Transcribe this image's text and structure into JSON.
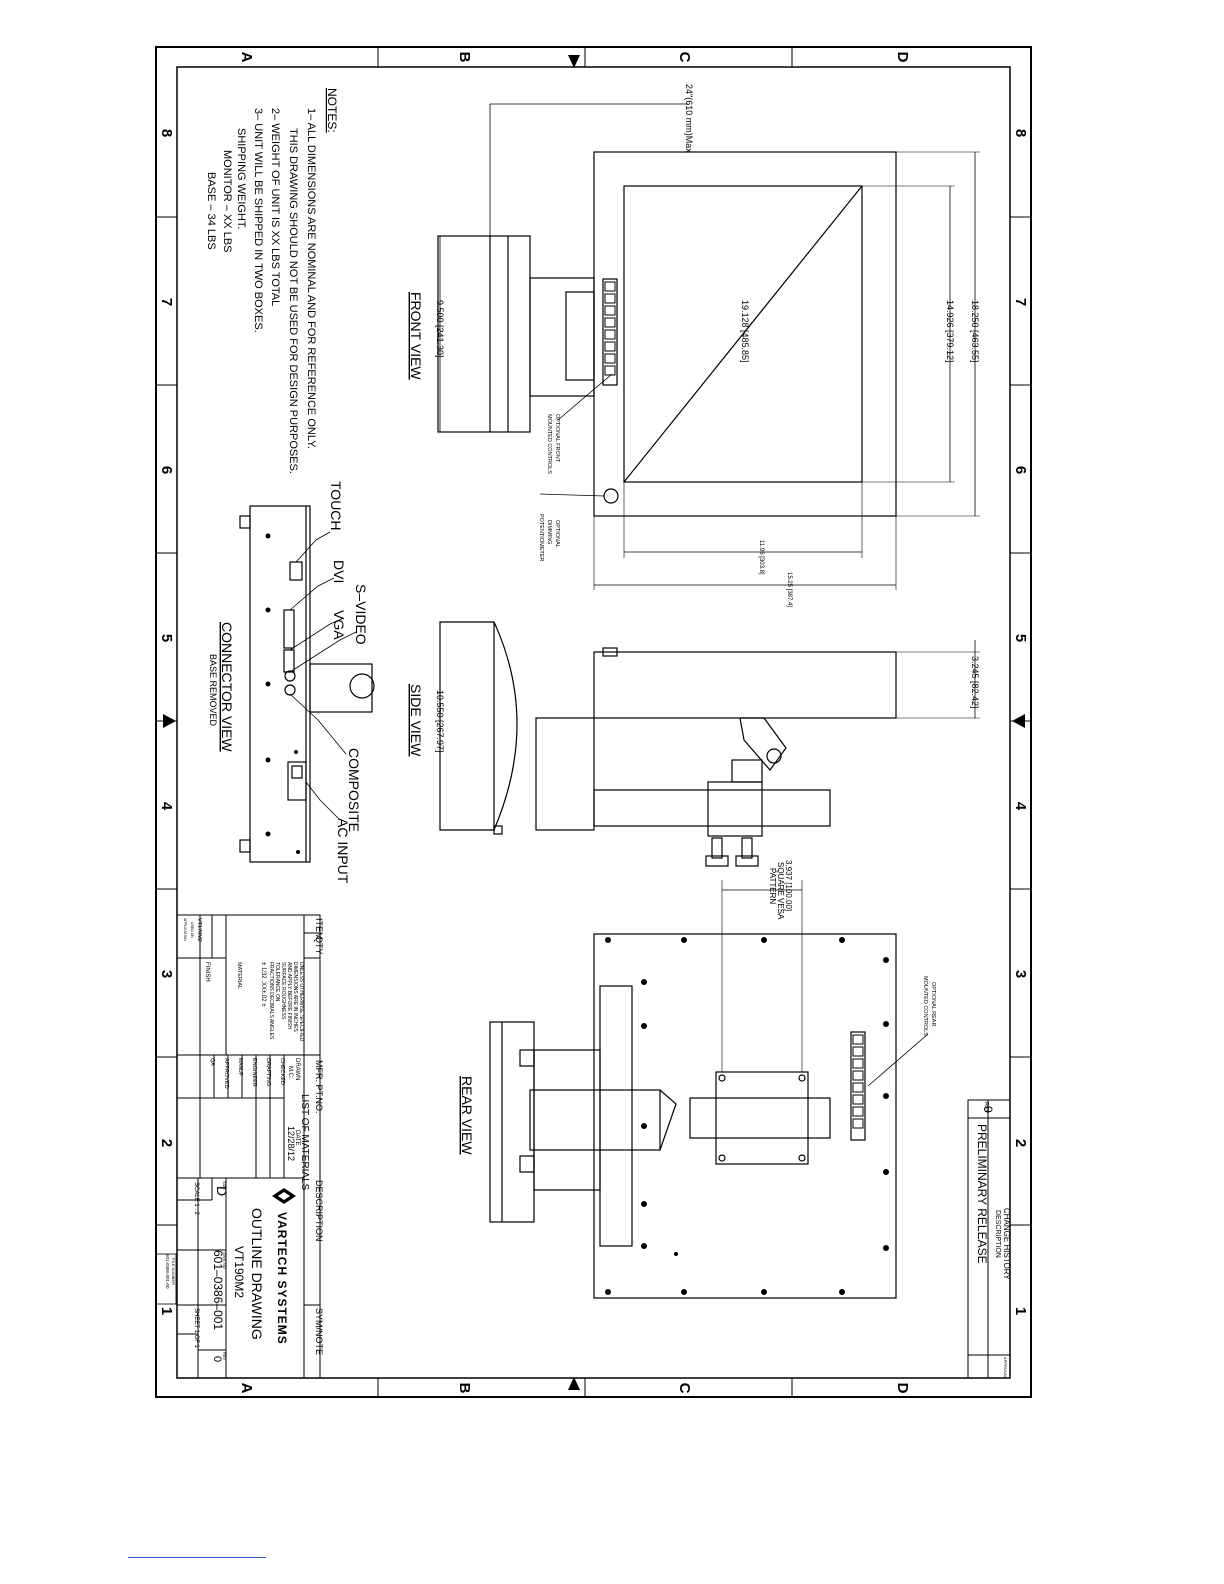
{
  "zones": {
    "letters": [
      "A",
      "B",
      "C",
      "D"
    ],
    "numbers": [
      "8",
      "7",
      "6",
      "5",
      "4",
      "3",
      "2",
      "1"
    ]
  },
  "notes": {
    "title": "NOTES:",
    "lines": [
      "1– ALL DIMENSIONS ARE NOMINAL AND FOR REFERENCE ONLY.",
      "THIS DRAWING SHOULD NOT BE USED FOR DESIGN PURPOSES.",
      "2– WEIGHT OF UNIT IS XX LBS TOTAL",
      "3– UNIT WILL BE SHIPPED IN TWO BOXES.",
      "SHIPPING WEIGHT.",
      "MONITOR – XX LBS",
      "BASE – 34 LBS"
    ]
  },
  "front_view": {
    "title": "FRONT VIEW",
    "dim_max": "24\"(610 mm)Max",
    "dim_height": "18.250 [463.55]",
    "dim_active_height": "14.926 [379.12]",
    "dim_diagonal": "19.128 [485.85]",
    "dim_active_width": "11.96 [303.8]",
    "dim_width": "15.25 [387.4]",
    "dim_base": "9.500 [241.30]",
    "callout_controls": [
      "OPTIONAL FRONT",
      "MOUNTED CONTROLS"
    ],
    "callout_pot": [
      "OPTIONAL",
      "DIMMING",
      "POTENTIOMETER"
    ]
  },
  "side_view": {
    "title": "SIDE VIEW",
    "dim_depth": "3.245 [82.42]",
    "dim_base": "10.550 [267.97]"
  },
  "connector_view": {
    "title": "CONNECTOR VIEW",
    "subtitle": "BASE REMOVED",
    "labels": [
      "TOUCH",
      "DVI",
      "S–VIDEO",
      "VGA",
      "COMPOSITE",
      "AC INPUT"
    ]
  },
  "rear_view": {
    "title": "REAR VIEW",
    "dim_vesa": [
      "3.937 [100.00]",
      "SQUARE VESA",
      "PATTERN"
    ],
    "callout_controls": [
      "OPTIONAL REAR",
      "MOUNTED CONTROLS"
    ]
  },
  "change_history": {
    "title": "CHANGE HISTORY",
    "rev_header": "REV",
    "desc_header": "DESCRIPTION",
    "approval_header": "APPROVAL",
    "rev": "0",
    "description": "PRELIMINARY RELEASE"
  },
  "title_block": {
    "bom_headers": [
      "ITEM",
      "QTY",
      "MFR. PT.NO.",
      "DESCRIPTION",
      "SYM/NOTE"
    ],
    "list_of_materials": "LIST OF MATERIALS",
    "tolerance_lines": [
      "UNLESS OTHERWISE SPECIFIED",
      "DIMENSIONS ARE IN INCHES",
      "AND APPLY BEFORE FINISH",
      "SURFACE ROUGHNESS",
      "TOLERANCE ON",
      "FRACTIONS  DECIMALS  ANGLES",
      "±  1/32  .XX±.02  ±"
    ],
    "material": "MATERIAL",
    "finish": "FINISH",
    "used_on": "VT170M2",
    "used_on_label": "USED ON",
    "application": "APPLICATION",
    "drawn_label": "DRAWN",
    "drawn_by": "M.C.",
    "date_label": "DATE",
    "date": "12/28/12",
    "checked": "CHECKED",
    "drafting": "DRAFTING",
    "engineer": "ENGINEER",
    "manuf": "MANUF",
    "approved": "APPROVED",
    "qa": "QA",
    "company": "VARTECH SYSTEMS",
    "drawing_title": "OUTLINE DRAWING",
    "drawing_model": "VT190M2",
    "size_label": "SIZE",
    "size": "D",
    "dwg_no_label": "DWG NO",
    "dwg_no": "601–0386–001",
    "rev_label": "REV",
    "rev": "0",
    "scale": "SCALE 1 : 2",
    "sheet": "SHEET 1 OF 1",
    "file_number_label": "FILE NUMBER",
    "file_number": "601-0386-001-00"
  }
}
